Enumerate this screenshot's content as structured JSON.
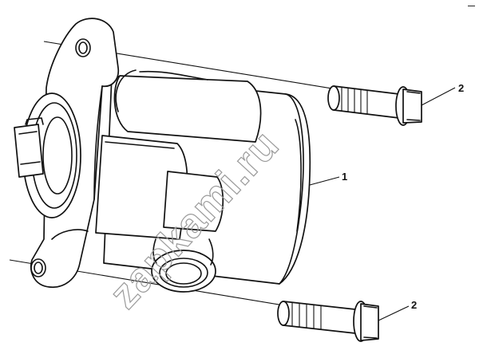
{
  "diagram": {
    "callouts": [
      {
        "id": "callout-1",
        "label": "1"
      },
      {
        "id": "callout-2-top",
        "label": "2"
      },
      {
        "id": "callout-2-bottom",
        "label": "2"
      }
    ],
    "watermark": "zapkami.ru",
    "corner_mark": "—"
  }
}
